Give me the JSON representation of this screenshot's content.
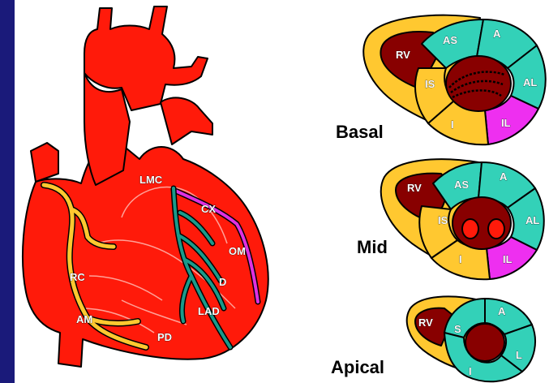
{
  "colors": {
    "side_bar": "#1a1a7a",
    "heart": "#ff1a0a",
    "vessel_yellow": "#ffc830",
    "vessel_teal": "#1a9a8a",
    "vessel_magenta": "#e030e0",
    "segment_teal": "#33d1b8",
    "segment_yellow": "#ffc830",
    "segment_magenta": "#ee2ff0",
    "cavity": "#880000",
    "outline": "#000000"
  },
  "heart_labels": {
    "lmc": "LMC",
    "cx": "CX",
    "om": "OM",
    "d": "D",
    "lad": "LAD",
    "rc": "RC",
    "am": "AM",
    "pd": "PD"
  },
  "levels": {
    "basal": "Basal",
    "mid": "Mid",
    "apical": "Apical"
  },
  "basal_segments": {
    "rv": "RV",
    "as": "AS",
    "a": "A",
    "al": "AL",
    "il": "IL",
    "i": "I",
    "is": "IS"
  },
  "mid_segments": {
    "rv": "RV",
    "as": "AS",
    "a": "A",
    "al": "AL",
    "il": "IL",
    "i": "I",
    "is": "IS"
  },
  "apical_segments": {
    "rv": "RV",
    "a": "A",
    "s": "S",
    "l": "L",
    "i": "I"
  }
}
